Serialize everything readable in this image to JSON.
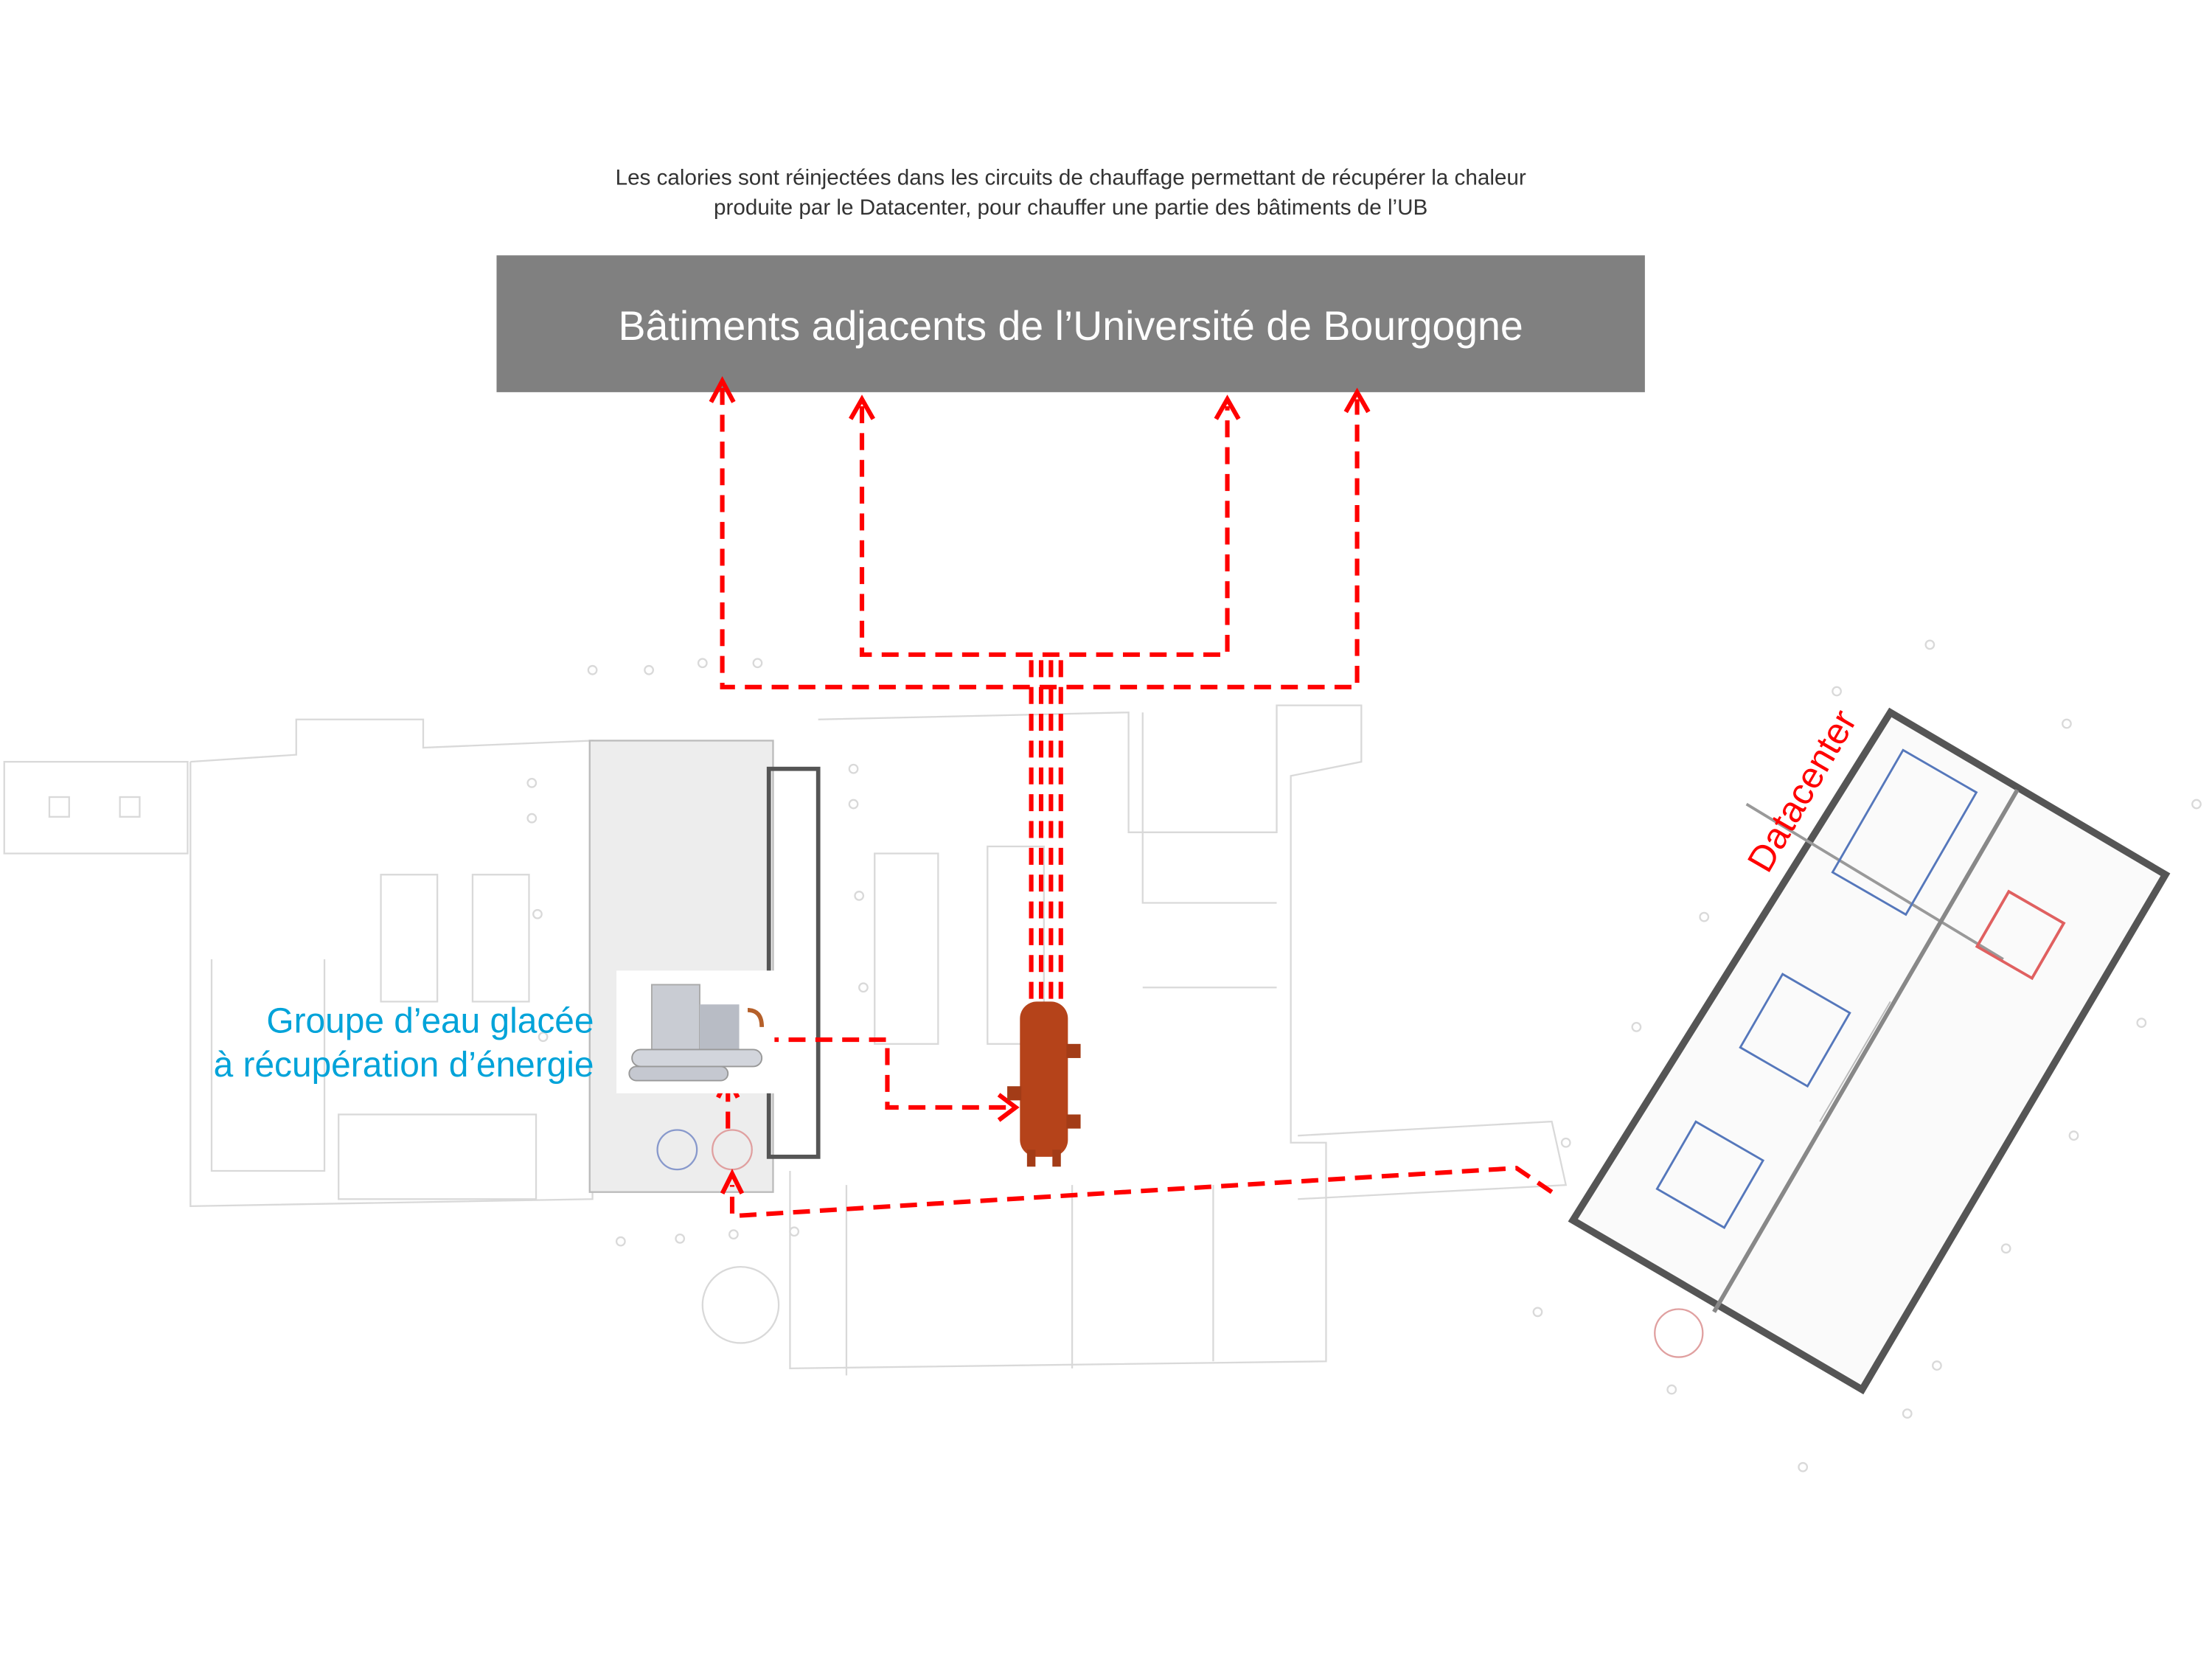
{
  "caption": {
    "line1": "Les calories sont réinjectées dans les circuits de chauffage permettant de récupérer la chaleur",
    "line2": "produite par le Datacenter, pour chauffer une partie des bâtiments de l’UB"
  },
  "buildings_box": {
    "label": "Bâtiments adjacents de l’Université de Bourgogne",
    "color": "#808080"
  },
  "chiller_label": {
    "line1": "Groupe d’eau glacée",
    "line2": "à récupération d’énergie",
    "color": "#00a3d9"
  },
  "datacenter_label": {
    "text": "Datacenter",
    "color": "#ff0000"
  },
  "colors": {
    "pipe": "#ff0000",
    "tank": "#b5431a"
  }
}
